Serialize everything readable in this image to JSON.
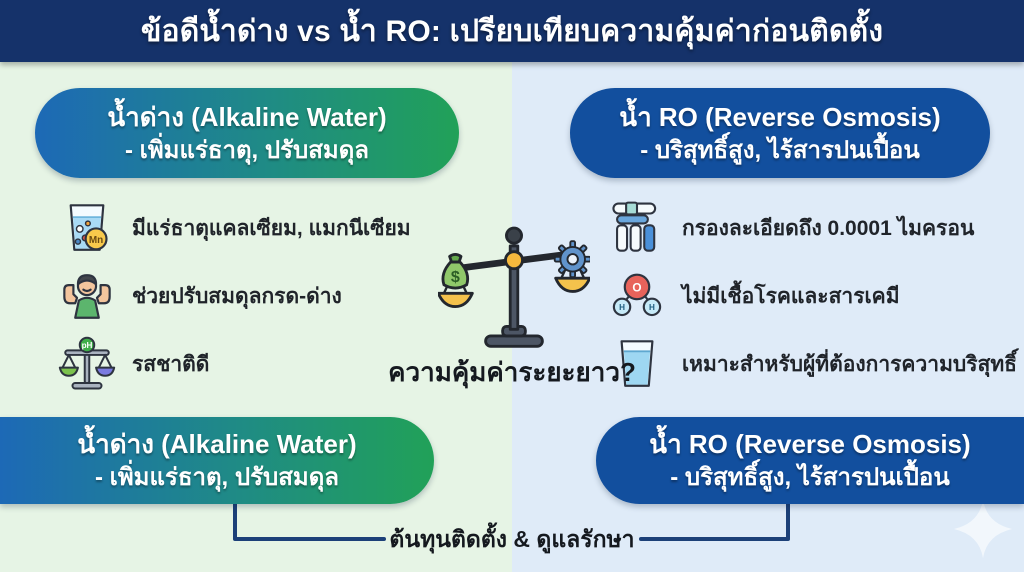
{
  "header": {
    "title": "ข้อดีน้ำด่าง vs น้ำ RO: เปรียบเทียบความคุ้มค่าก่อนติดตั้ง"
  },
  "left_column": {
    "header_pill": {
      "line1": "น้ำด่าง (Alkaline Water)",
      "line2": "- เพิ่มแร่ธาตุ, ปรับสมดุล"
    },
    "items": [
      {
        "icon": "mineral-glass-icon",
        "text": "มีแร่ธาตุแคลเซียม, แมกนีเซียม"
      },
      {
        "icon": "strong-person-icon",
        "text": "ช่วยปรับสมดุลกรด-ด่าง"
      },
      {
        "icon": "ph-balance-icon",
        "text": "รสชาติดี"
      }
    ],
    "footer_pill": {
      "line1": "น้ำด่าง (Alkaline Water)",
      "line2": "- เพิ่มแร่ธาตุ, ปรับสมดุล"
    }
  },
  "right_column": {
    "header_pill": {
      "line1": "น้ำ RO (Reverse Osmosis)",
      "line2": "- บริสุทธิ์สูง, ไร้สารปนเปื้อน"
    },
    "items": [
      {
        "icon": "ro-filter-icon",
        "text": "กรองละเอียดถึง 0.0001 ไมครอน"
      },
      {
        "icon": "water-molecule-icon",
        "text": "ไม่มีเชื้อโรคและสารเคมี"
      },
      {
        "icon": "water-glass-icon",
        "text": "เหมาะสำหรับผู้ที่ต้องการความบริสุทธิ์"
      }
    ],
    "footer_pill": {
      "line1": "น้ำ RO (Reverse Osmosis)",
      "line2": "- บริสุทธิ์สูง, ไร้สารปนเปื้อน"
    }
  },
  "center": {
    "question": "ความคุ้มค่าระยะยาว?",
    "illustration": "balance-scale-money-vs-gear"
  },
  "badges": {
    "mn": "Mn",
    "ph": "pH",
    "dollar": "$",
    "oxygen": "O",
    "hydrogen": "H"
  },
  "footer": {
    "label": "ต้นทุนติดตั้ง & ดูแลรักษา"
  },
  "colors": {
    "header_bg": "#15326a",
    "left_bg": "#e6f4e5",
    "right_bg": "#dfebf8",
    "alkaline_gradient_start": "#1d69b6",
    "alkaline_gradient_end": "#21a158",
    "ro_pill": "#124f9e",
    "connector": "#1c4078"
  }
}
